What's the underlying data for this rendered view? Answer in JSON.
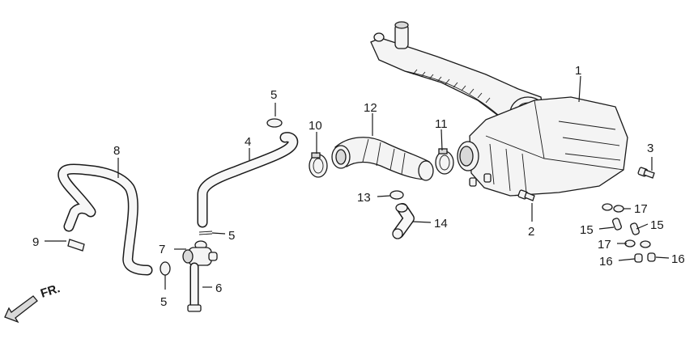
{
  "diagram": {
    "direction_label": "FR.",
    "callouts": [
      {
        "id": "c1",
        "text": "1"
      },
      {
        "id": "c2",
        "text": "2"
      },
      {
        "id": "c3",
        "text": "3"
      },
      {
        "id": "c4",
        "text": "4"
      },
      {
        "id": "c5a",
        "text": "5"
      },
      {
        "id": "c5b",
        "text": "5"
      },
      {
        "id": "c5c",
        "text": "5"
      },
      {
        "id": "c6",
        "text": "6"
      },
      {
        "id": "c7",
        "text": "7"
      },
      {
        "id": "c8",
        "text": "8"
      },
      {
        "id": "c9",
        "text": "9"
      },
      {
        "id": "c10",
        "text": "10"
      },
      {
        "id": "c11",
        "text": "11"
      },
      {
        "id": "c12",
        "text": "12"
      },
      {
        "id": "c13",
        "text": "13"
      },
      {
        "id": "c14",
        "text": "14"
      },
      {
        "id": "c15a",
        "text": "15"
      },
      {
        "id": "c15b",
        "text": "15"
      },
      {
        "id": "c16a",
        "text": "16"
      },
      {
        "id": "c16b",
        "text": "16"
      },
      {
        "id": "c17a",
        "text": "17"
      },
      {
        "id": "c17b",
        "text": "17"
      }
    ]
  }
}
